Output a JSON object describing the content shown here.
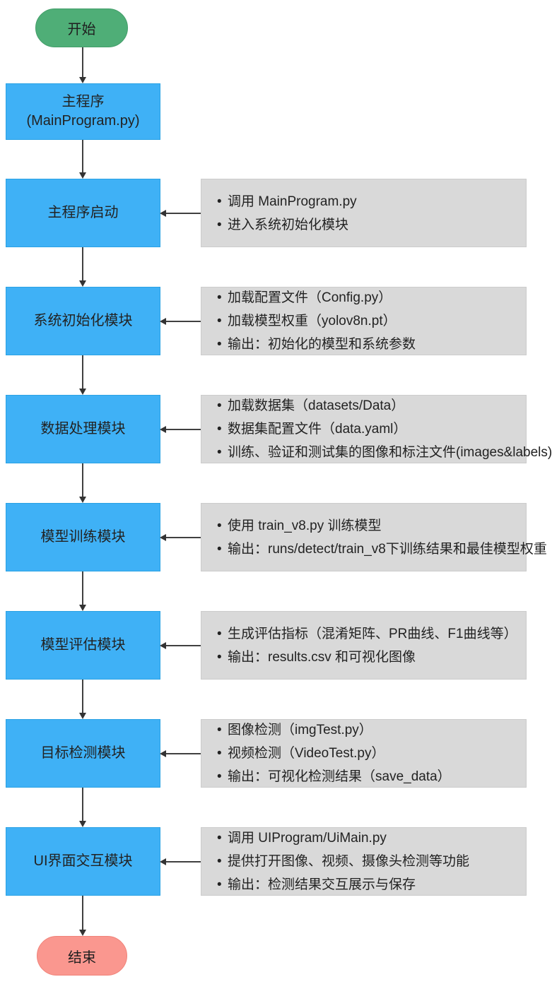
{
  "palette": {
    "process_fill": "#3FB1F6",
    "start_fill": "#4FAE77",
    "end_fill": "#FA978F",
    "note_fill": "#D9D9D9",
    "arrow": "#404040",
    "text": "#222222"
  },
  "start": {
    "label": "开始"
  },
  "end": {
    "label": "结束"
  },
  "main_program": {
    "label_line1": "主程序",
    "label_line2": "(MainProgram.py)"
  },
  "rows": [
    {
      "label": "主程序启动",
      "notes": [
        "调用 MainProgram.py",
        "进入系统初始化模块"
      ]
    },
    {
      "label": "系统初始化模块",
      "notes": [
        "加载配置文件（Config.py）",
        "加载模型权重（yolov8n.pt）",
        "输出：初始化的模型和系统参数"
      ]
    },
    {
      "label": "数据处理模块",
      "notes": [
        "加载数据集（datasets/Data）",
        "数据集配置文件（data.yaml）",
        "训练、验证和测试集的图像和标注文件(images&labels)"
      ]
    },
    {
      "label": "模型训练模块",
      "notes": [
        "使用 train_v8.py 训练模型",
        "输出：runs/detect/train_v8下训练结果和最佳模型权重"
      ]
    },
    {
      "label": "模型评估模块",
      "notes": [
        "生成评估指标（混淆矩阵、PR曲线、F1曲线等）",
        "输出：results.csv 和可视化图像"
      ]
    },
    {
      "label": "目标检测模块",
      "notes": [
        "图像检测（imgTest.py）",
        "视频检测（VideoTest.py）",
        "输出：可视化检测结果（save_data）"
      ]
    },
    {
      "label": "UI界面交互模块",
      "notes": [
        "调用 UIProgram/UiMain.py",
        "提供打开图像、视频、摄像头检测等功能",
        "输出：检测结果交互展示与保存"
      ]
    }
  ]
}
